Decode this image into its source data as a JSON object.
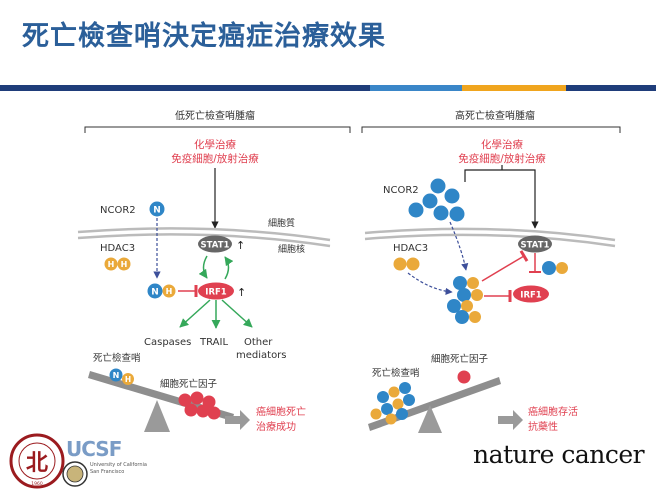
{
  "title": "死亡檢查哨決定癌症治療效果",
  "title_bar_colors": [
    "#1f3d7a",
    "#1f3d7a",
    "#3a86c8",
    "#f0a51e",
    "#1f3d7a"
  ],
  "left_panel": {
    "header": "低死亡檢查哨腫瘤",
    "treatment_line1": "化學治療",
    "treatment_line2": "免疫細胞/放射治療",
    "ncor2_label": "NCOR2",
    "hdac3_label": "HDAC3",
    "stat1_label": "STAT1",
    "irf1_label": "IRF1",
    "cytoplasm_label": "細胞質",
    "nucleus_label": "細胞核",
    "up_arrow": "↑",
    "n_label": "N",
    "h_label": "H",
    "outputs": [
      "Caspases",
      "TRAIL",
      "Other",
      "mediators"
    ],
    "checkpoint_label": "死亡檢查哨",
    "death_factor_label": "細胞死亡因子",
    "result_line1": "癌細胞死亡",
    "result_line2": "治療成功"
  },
  "right_panel": {
    "header": "高死亡檢查哨腫瘤",
    "treatment_line1": "化學治療",
    "treatment_line2": "免疫細胞/放射治療",
    "ncor2_label": "NCOR2",
    "hdac3_label": "HDAC3",
    "stat1_label": "STAT1",
    "irf1_label": "IRF1",
    "checkpoint_label": "死亡檢查哨",
    "death_factor_label": "細胞死亡因子",
    "result_line1": "癌細胞存活",
    "result_line2": "抗藥性"
  },
  "logos": {
    "ucsf_text": "UCSF",
    "ucsf_sub1": "University of California",
    "ucsf_sub2": "San Francisco",
    "university_seal_char": "北",
    "university_seal_ring": "TAIPEI MEDICAL UNIVERSITY",
    "university_seal_year": "1960"
  },
  "journal": "nature cancer",
  "colors": {
    "title": "#2b5f99",
    "n_node": "#2f86c7",
    "h_node": "#eaa93a",
    "red": "#e04050",
    "stat1": "#666666",
    "green": "#35a85a"
  }
}
